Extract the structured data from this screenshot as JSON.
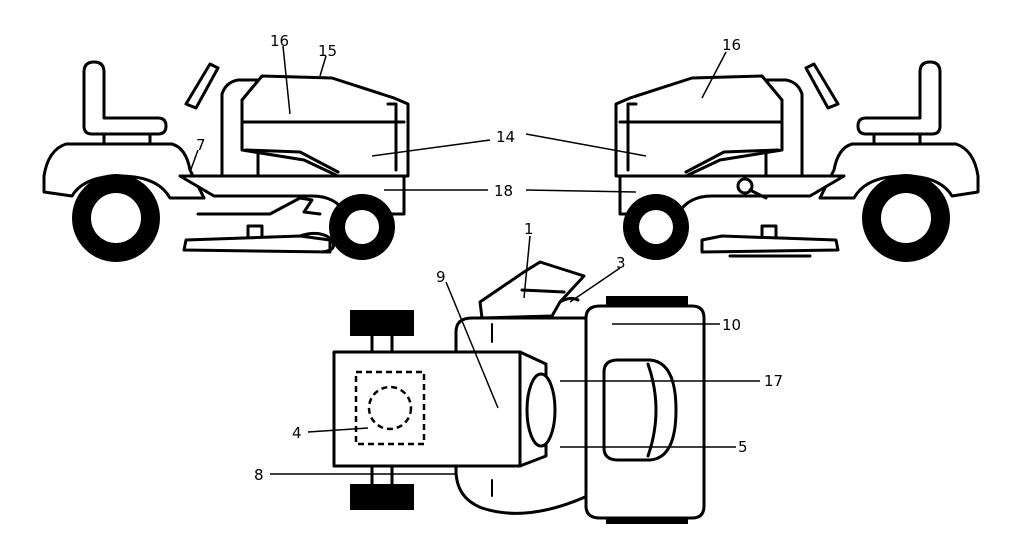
{
  "labels": {
    "l1": "1",
    "l3": "3",
    "l4": "4",
    "l5": "5",
    "l7": "7",
    "l8": "8",
    "l9": "9",
    "l10": "10",
    "l14": "14",
    "l15": "15",
    "l16_left": "16",
    "l16_right": "16",
    "l17": "17",
    "l18": "18"
  },
  "colors": {
    "line": "#000000",
    "background": "#ffffff"
  }
}
